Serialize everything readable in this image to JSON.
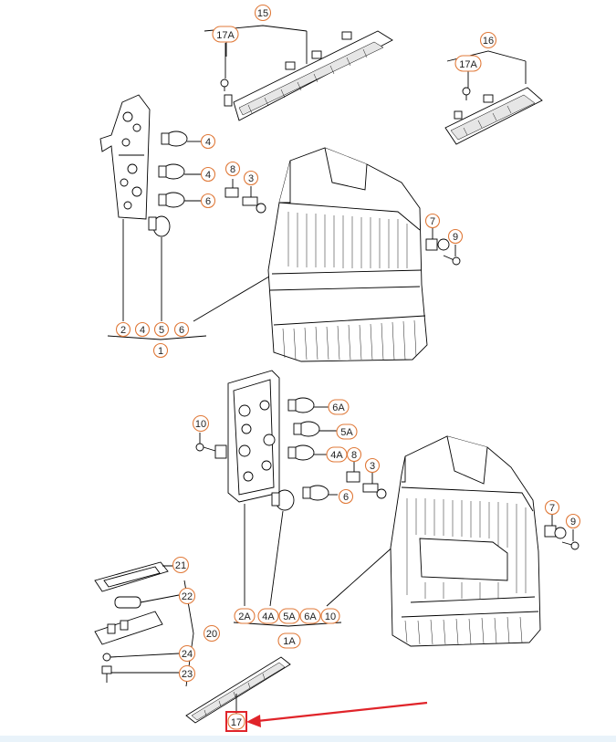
{
  "diagram": {
    "callouts": {
      "c15": "15",
      "c17a_top": "17A",
      "c16": "16",
      "c17a_right": "17A",
      "c4_a": "4",
      "c4_b": "4",
      "c6_a": "6",
      "c8_a": "8",
      "c3_a": "3",
      "c7_a": "7",
      "c9_a": "9",
      "c2": "2",
      "c4_c": "4",
      "c5": "5",
      "c6_b": "6",
      "c1": "1",
      "c10_a": "10",
      "c6a_a": "6A",
      "c5a_a": "5A",
      "c4a_a": "4A",
      "c8_b": "8",
      "c3_b": "3",
      "c6_c": "6",
      "c7_b": "7",
      "c9_b": "9",
      "c21": "21",
      "c22": "22",
      "c20": "20",
      "c24": "24",
      "c23": "23",
      "c2a": "2A",
      "c4a_b": "4A",
      "c5a_b": "5A",
      "c6a_b": "6A",
      "c10_b": "10",
      "c1a": "1A",
      "c17": "17"
    },
    "highlight_color": "#e0242a",
    "callout_color": "#e07a3a"
  }
}
